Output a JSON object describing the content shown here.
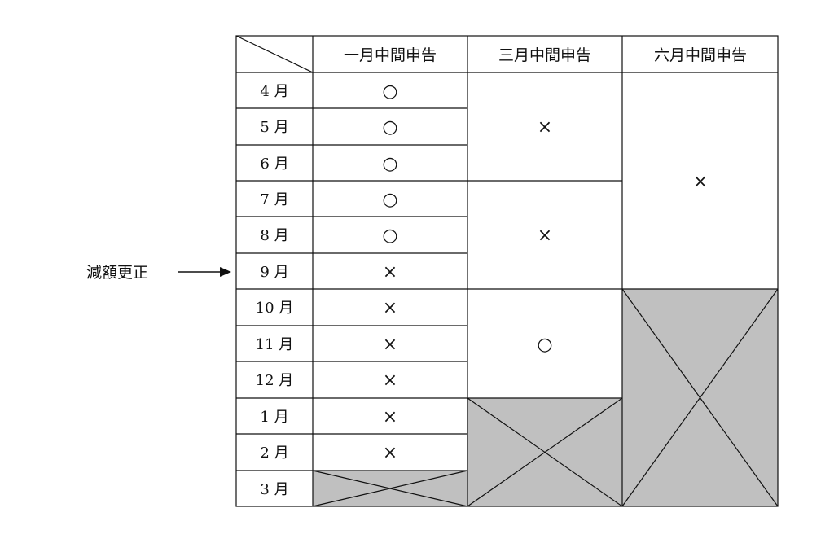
{
  "table": {
    "headers": [
      "一月中間申告",
      "三月中間申告",
      "六月中間申告"
    ],
    "months": [
      "4 月",
      "5 月",
      "6 月",
      "7 月",
      "8 月",
      "9 月",
      "10 月",
      "11 月",
      "12 月",
      "1 月",
      "2 月",
      "3 月"
    ],
    "jan_column": [
      "○",
      "○",
      "○",
      "○",
      "○",
      "×",
      "×",
      "×",
      "×",
      "×",
      "×"
    ],
    "mar_column": [
      "×",
      "×",
      "○"
    ],
    "jun_column": [
      "×"
    ]
  },
  "annotation": {
    "label": "減額更正",
    "points_to_month": "9 月"
  },
  "colors": {
    "na_fill": "#c0c0c0",
    "line": "#111111"
  }
}
